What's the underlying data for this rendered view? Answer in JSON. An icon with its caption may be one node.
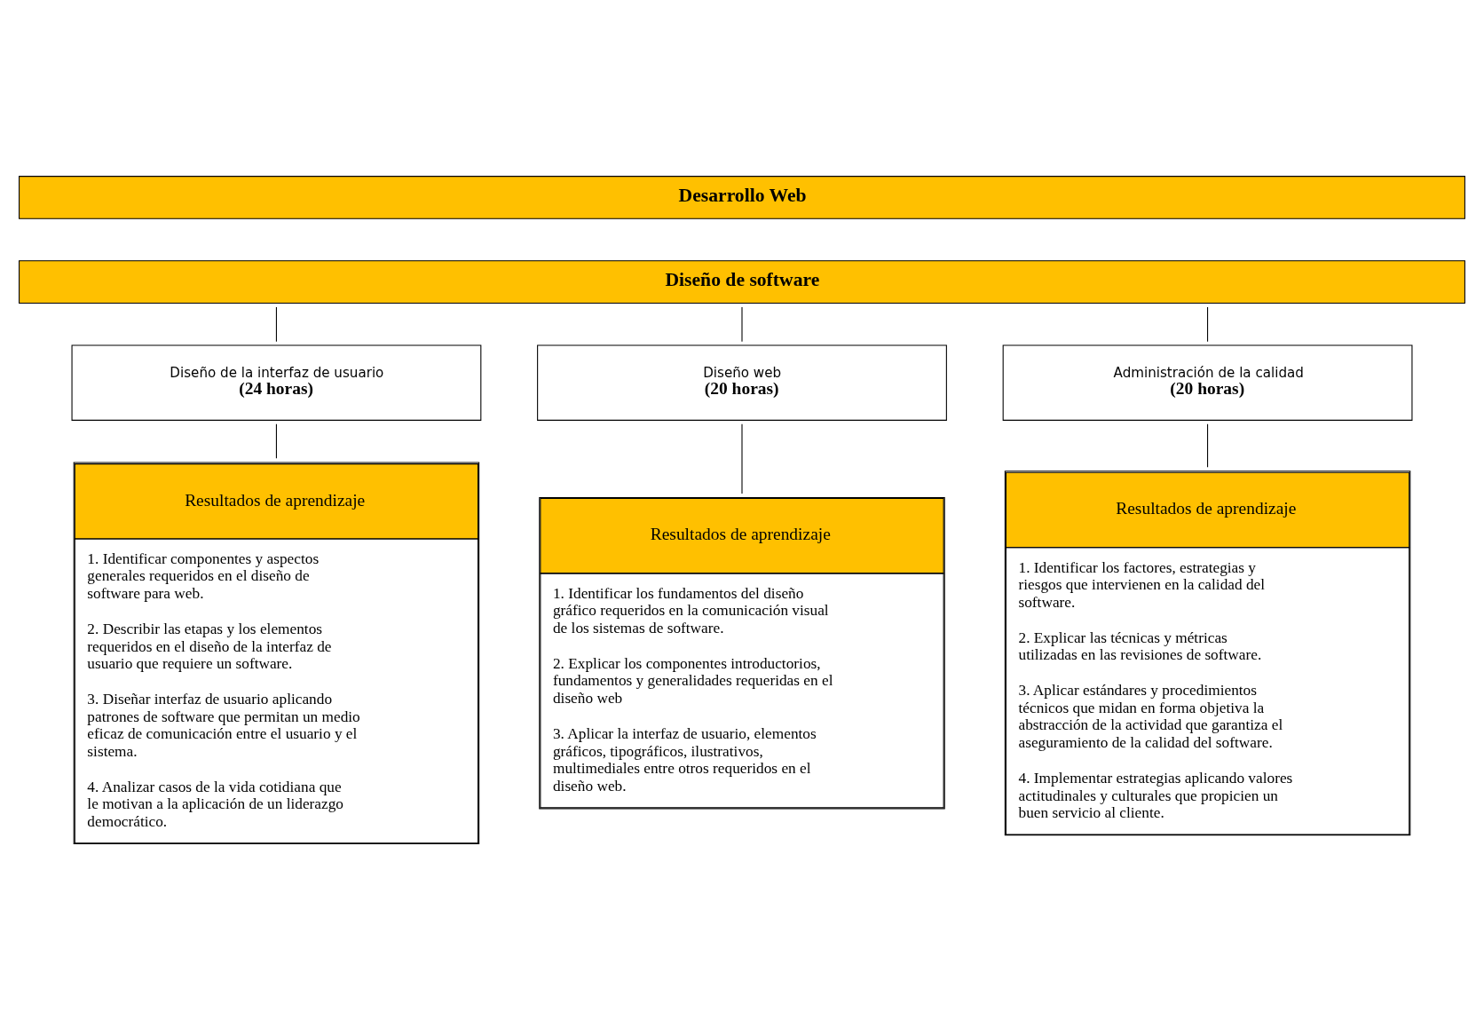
{
  "diagram": {
    "nodes": [
      {
        "text": [
          "Desarrollo Web"
        ]
      },
      {
        "text": [
          "Diseño de software"
        ]
      },
      {
        "text": [
          "Diseño de la interfaz de usuario",
          "(24 horas)"
        ]
      },
      {
        "text": [
          "Diseño web",
          "(20 horas)"
        ]
      },
      {
        "text": [
          "Administración de la calidad",
          "(20 horas)"
        ]
      },
      {
        "text": [
          "Resultados de aprendizaje",
          "1. Identificar componentes y aspectos generales requeridos en el diseño de software para web.",
          "2. Describir las etapas y los elementos requeridos en el diseño de la interfaz de usuario que requiere un software.",
          "3. Diseñar interfaz de usuario aplicando patrones de software que permitan un medio eficaz de comunicación entre el usuario y el sistema.",
          "4. Analizar casos de la vida cotidiana que le motivan a la aplicación de un liderazgo democrático."
        ]
      },
      {
        "text": [
          "Resultados de aprendizaje",
          "1. Identificar los fundamentos del diseño gráfico requeridos en la comunicación visual de los sistemas de software.",
          "2. Explicar los componentes introductorios, fundamentos y generalidades requeridas en el diseño web",
          "3. Aplicar la interfaz de usuario, elementos gráficos, tipográficos, ilustrativos, multimediales entre otros requeridos en el diseño web."
        ]
      },
      {
        "text": [
          "Resultados de aprendizaje",
          "1. Identificar los factores, estrategias y riesgos que intervienen en la calidad del software.",
          "2. Explicar las técnicas y métricas utilizadas en las revisiones de software.",
          "3. Aplicar estándares y procedimientos técnicos que midan en forma objetiva la abstracción de la actividad que garantiza el aseguramiento de la calidad del software.",
          "4. Implementar estrategias aplicando valores actitudinales y culturales que propicien un buen servicio al cliente."
        ]
      }
    ],
    "edges": [
      {
        "from": 1,
        "to": 2,
        "arrow": "none"
      },
      {
        "from": 1,
        "to": 3,
        "arrow": "none"
      },
      {
        "from": 1,
        "to": 4,
        "arrow": "none"
      },
      {
        "from": 2,
        "to": 5,
        "arrow": "none"
      },
      {
        "from": 3,
        "to": 6,
        "arrow": "none"
      },
      {
        "from": 4,
        "to": 7,
        "arrow": "none"
      }
    ]
  }
}
